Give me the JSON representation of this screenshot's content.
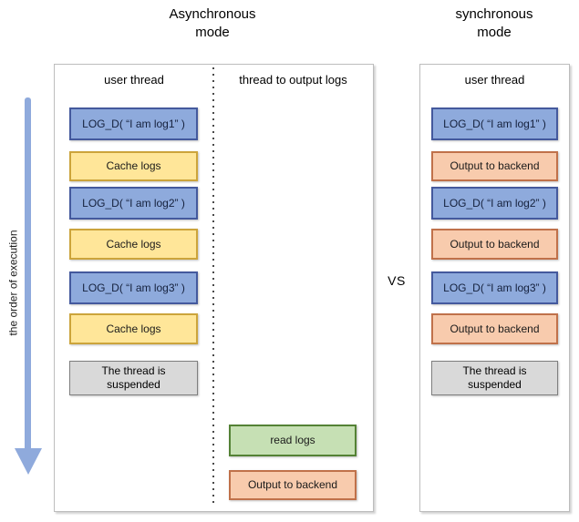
{
  "execution_axis_label": "the order of execution",
  "vs_label": "VS",
  "async_panel": {
    "title": [
      "Asynchronous",
      "mode"
    ],
    "user_column_header": "user thread",
    "output_column_header": "thread to output logs",
    "user_boxes": [
      "LOG_D( “I am log1” )",
      "Cache logs",
      "LOG_D( “I am log2” )",
      "Cache logs",
      "LOG_D( “I am log3” )",
      "Cache logs",
      "The thread is suspended"
    ],
    "output_boxes": [
      "read logs",
      "Output to backend"
    ]
  },
  "sync_panel": {
    "title": [
      "synchronous",
      "mode"
    ],
    "user_column_header": "user thread",
    "boxes": [
      "LOG_D( “I am log1” )",
      "Output to backend",
      "LOG_D( “I am log2” )",
      "Output to backend",
      "LOG_D( “I am log3” )",
      "Output to backend",
      "The thread is suspended"
    ]
  },
  "colors": {
    "log_call_fill": "#8EAADC",
    "log_call_border": "#44599D",
    "cache_fill": "#FFE699",
    "cache_border": "#CCA43B",
    "output_fill": "#F8CBAD",
    "output_border": "#C0714A",
    "read_fill": "#C6E0B4",
    "read_border": "#548235",
    "suspend_fill": "#D9D9D9",
    "suspend_border": "#7F7F7F",
    "arrow": "#8FAADC",
    "panel_border": "#BDBDBD"
  }
}
